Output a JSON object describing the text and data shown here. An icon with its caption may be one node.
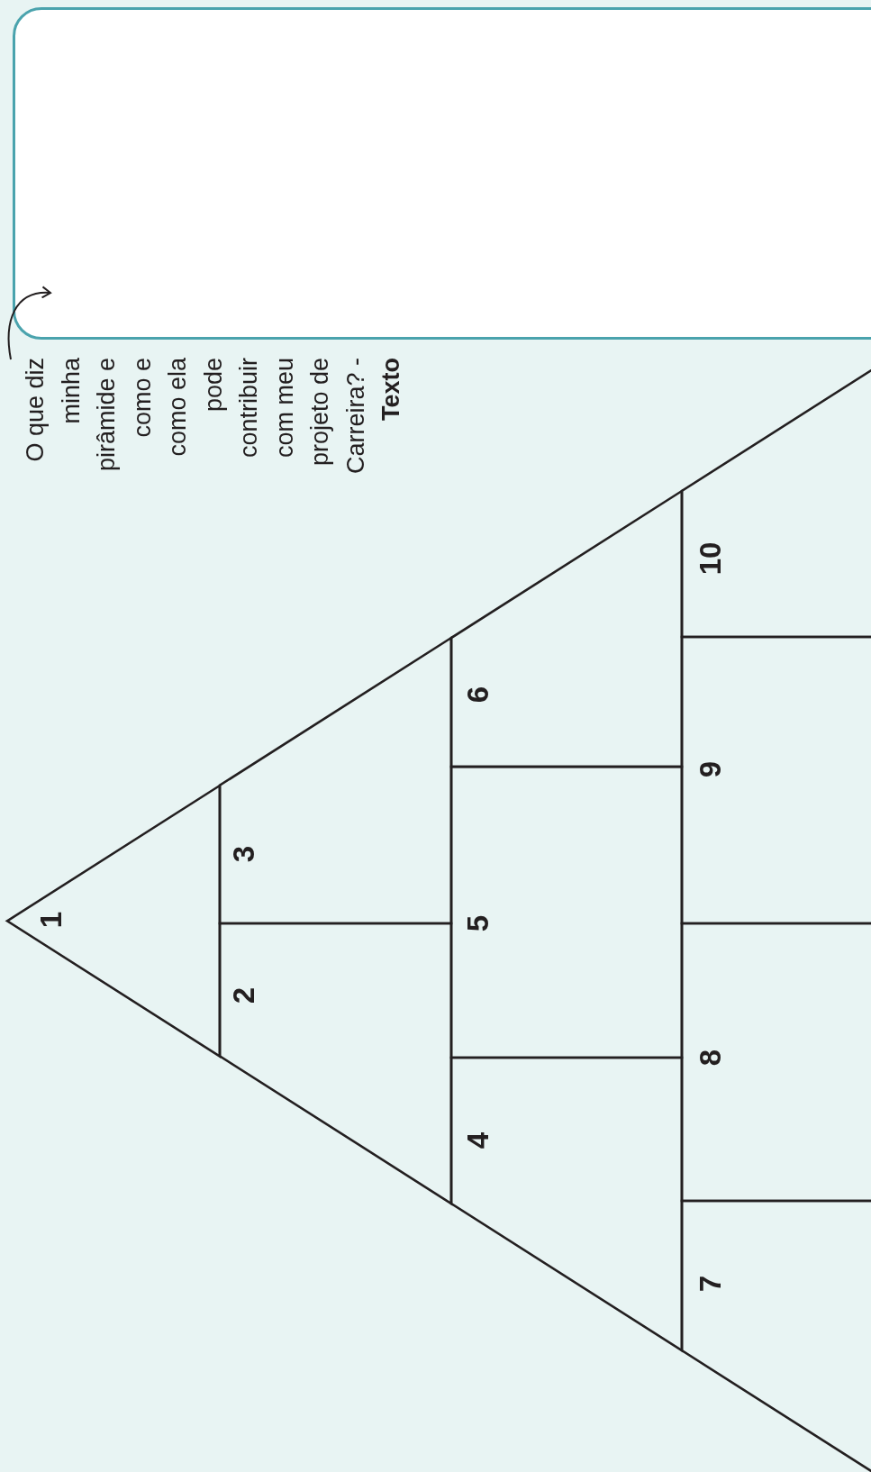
{
  "diagram": {
    "nodes": [
      {
        "text": [
          "O que diz minha pirâmide e como e como ela pode contribuir com meu projeto de Carreira? - **Texto**"
        ]
      },
      {
        "text": [],
        "shape": "box"
      },
      {
        "text": [
          "1"
        ]
      },
      {
        "text": [
          "2"
        ]
      },
      {
        "text": [
          "3"
        ]
      },
      {
        "text": [
          "4"
        ]
      },
      {
        "text": [
          "5"
        ]
      },
      {
        "text": [
          "6"
        ]
      },
      {
        "text": [
          "7"
        ]
      },
      {
        "text": [
          "8"
        ]
      },
      {
        "text": [
          "9"
        ]
      },
      {
        "text": [
          "10"
        ]
      }
    ],
    "edges": [
      {
        "from": 0,
        "to": 1,
        "arrow": "to"
      }
    ]
  }
}
